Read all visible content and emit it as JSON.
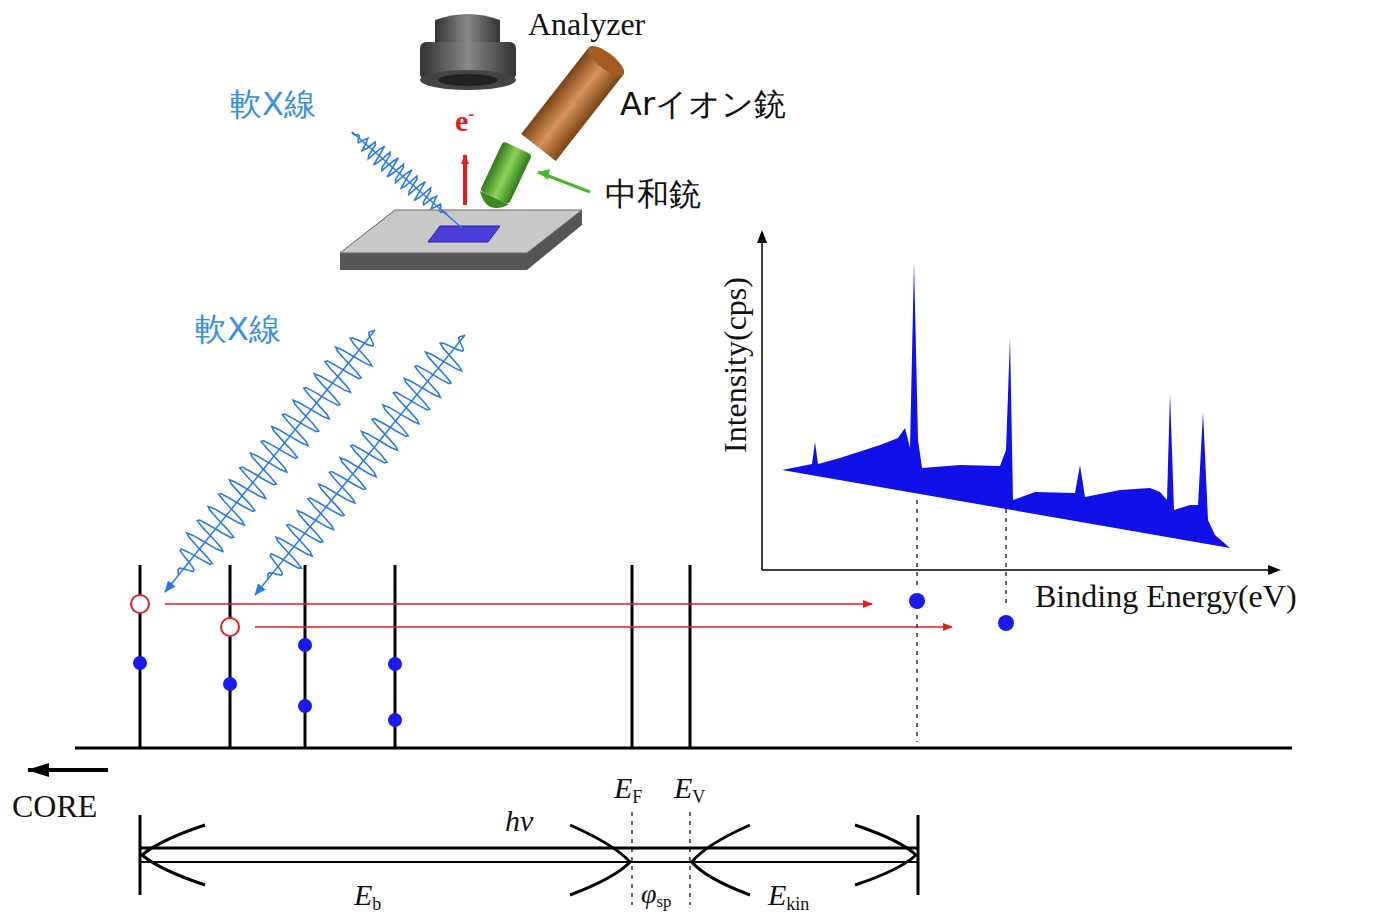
{
  "diagram": {
    "labels": [
      "Analyzer",
      "軟X線",
      "e-",
      "Arイオン銃",
      "中和銃",
      "軟X線",
      "Intensity(cps)",
      "Binding Energy(eV)",
      "CORE",
      "EF",
      "EV",
      "hν",
      "Eb",
      "φsp",
      "Ekin"
    ]
  }
}
